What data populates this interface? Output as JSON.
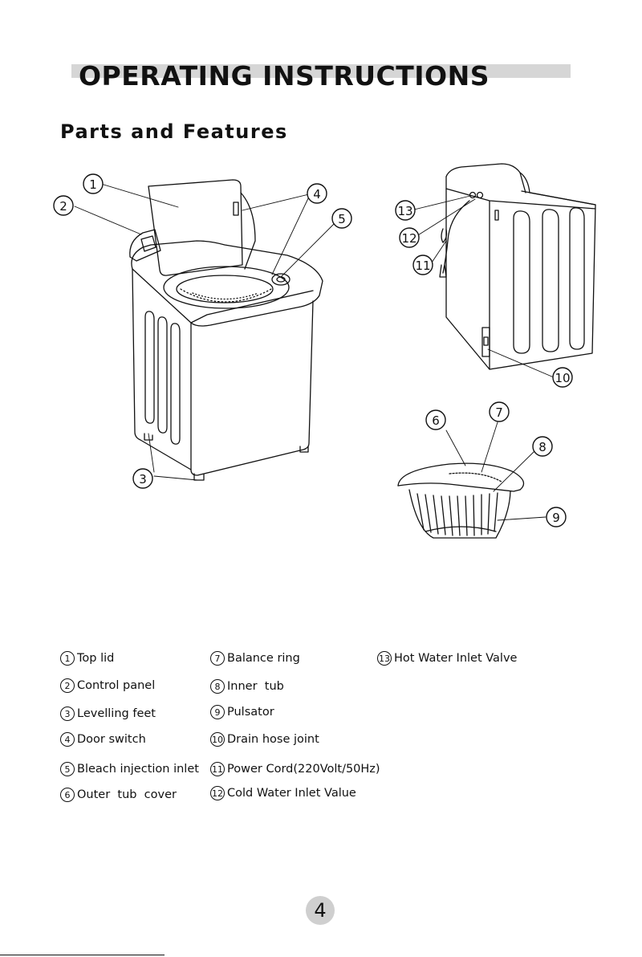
{
  "header": {
    "title": "OPERATING INSTRUCTIONS",
    "subtitle": "Parts and Features"
  },
  "figure": {
    "callouts": [
      "1",
      "2",
      "3",
      "4",
      "5",
      "6",
      "7",
      "8",
      "9",
      "10",
      "11",
      "12",
      "13"
    ]
  },
  "legend": {
    "items": [
      {
        "num": "1",
        "label": "Top lid"
      },
      {
        "num": "2",
        "label": "Control panel"
      },
      {
        "num": "3",
        "label": "Levelling feet"
      },
      {
        "num": "4",
        "label": "Door switch"
      },
      {
        "num": "5",
        "label": "Bleach injection inlet"
      },
      {
        "num": "6",
        "label": "Outer  tub  cover"
      },
      {
        "num": "7",
        "label": "Balance ring"
      },
      {
        "num": "8",
        "label": "Inner  tub"
      },
      {
        "num": "9",
        "label": "Pulsator"
      },
      {
        "num": "10",
        "label": "Drain hose joint"
      },
      {
        "num": "11",
        "label": "Power Cord(220Volt/50Hz)"
      },
      {
        "num": "12",
        "label": "Cold Water Inlet Value"
      },
      {
        "num": "13",
        "label": "Hot Water Inlet Valve"
      }
    ]
  },
  "footer": {
    "page_number": "4"
  },
  "colors": {
    "ink": "#111111",
    "title_bar": "#d6d6d6",
    "page_badge": "#cfcfcf"
  }
}
